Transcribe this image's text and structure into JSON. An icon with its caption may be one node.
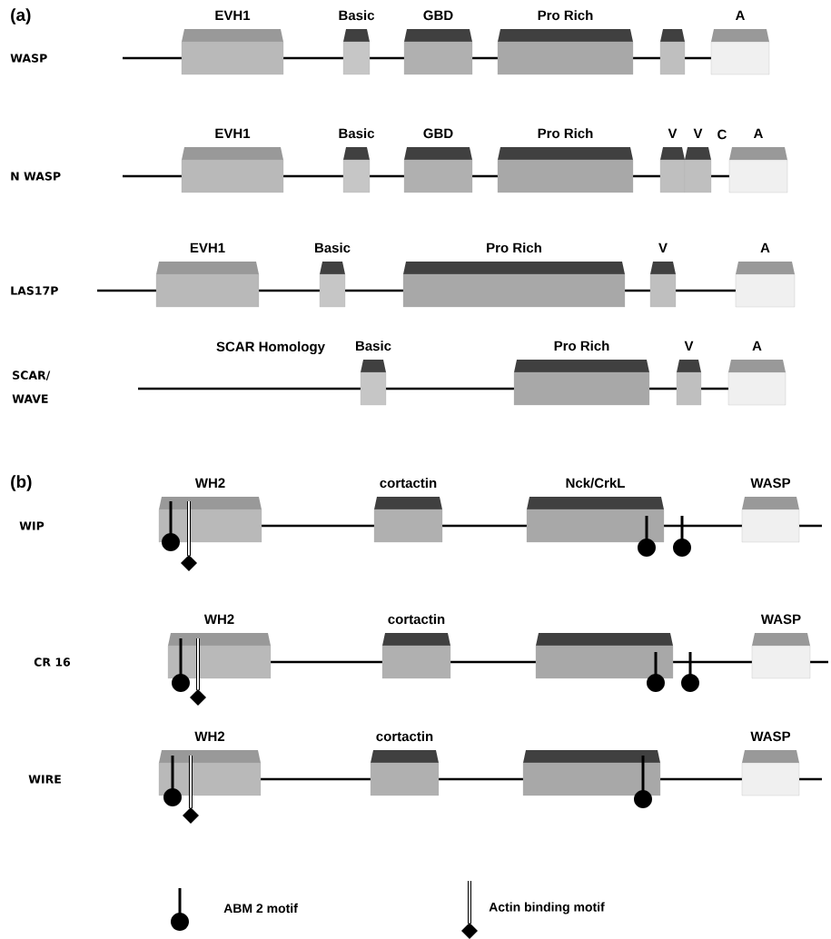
{
  "diagram": {
    "nodes": [
      {
        "text": [
          "EVH1"
        ]
      },
      {
        "text": [
          "Basic"
        ]
      },
      {
        "text": [
          "GBD"
        ]
      },
      {
        "text": [
          "Pro Rich"
        ]
      },
      {
        "text": [],
        "shape": "box"
      },
      {
        "text": [
          "A"
        ]
      },
      {
        "text": [
          "EVH1"
        ]
      },
      {
        "text": [
          "Basic"
        ]
      },
      {
        "text": [
          "GBD"
        ]
      },
      {
        "text": [
          "Pro Rich"
        ]
      },
      {
        "text": [
          "V"
        ]
      },
      {
        "text": [
          "V"
        ]
      },
      {
        "text": [
          "A"
        ]
      },
      {
        "text": [
          "EVH1"
        ]
      },
      {
        "text": [
          "Basic"
        ]
      },
      {
        "text": [
          "Pro Rich"
        ]
      },
      {
        "text": [
          "V"
        ]
      },
      {
        "text": [
          "A"
        ]
      },
      {
        "text": [
          "Basic"
        ]
      },
      {
        "text": [
          "Pro Rich"
        ]
      },
      {
        "text": [
          "V"
        ]
      },
      {
        "text": [
          "A"
        ]
      },
      {
        "text": [
          "WH2"
        ]
      },
      {
        "text": [
          "cortactin"
        ]
      },
      {
        "text": [
          "Nck/CrkL"
        ]
      },
      {
        "text": [
          "WASP"
        ]
      },
      {
        "text": [
          "WH2"
        ]
      },
      {
        "text": [
          "cortactin"
        ]
      },
      {
        "text": [],
        "shape": "box"
      },
      {
        "text": [
          "WASP"
        ]
      },
      {
        "text": [
          "WH2"
        ]
      },
      {
        "text": [
          "cortactin"
        ]
      },
      {
        "text": [],
        "shape": "box"
      },
      {
        "text": [
          "WASP"
        ]
      }
    ],
    "labels": [
      "(a)",
      "WASP",
      "N WASP",
      "C",
      "LAS17P",
      "SCAR Homology",
      "SCAR/ WAVE",
      "(b)",
      "WIP",
      "CR 16",
      "WIRE"
    ],
    "legend": [
      {
        "text": "ABM 2 motif"
      },
      {
        "text": "Actin binding motif"
      }
    ]
  }
}
